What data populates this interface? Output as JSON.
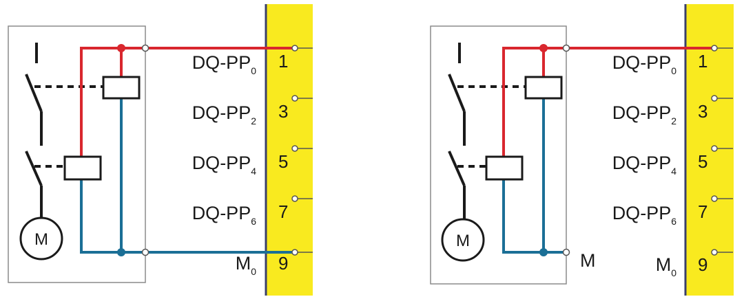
{
  "colors": {
    "terminal_strip": "#f9ea1f",
    "supply_wire": "#d9272e",
    "return_wire": "#1b6f96",
    "box_border": "#8a8a8a",
    "control_line": "#1a1a1a"
  },
  "left": {
    "outputs": [
      {
        "label": "DQ-PP",
        "sub": "0",
        "pin": "1"
      },
      {
        "label": "DQ-PP",
        "sub": "2",
        "pin": "3"
      },
      {
        "label": "DQ-PP",
        "sub": "4",
        "pin": "5"
      },
      {
        "label": "DQ-PP",
        "sub": "6",
        "pin": "7"
      }
    ],
    "ground": {
      "label": "M",
      "sub": "0",
      "pin": "9"
    },
    "motor": "M"
  },
  "right": {
    "outputs": [
      {
        "label": "DQ-PP",
        "sub": "0",
        "pin": "1"
      },
      {
        "label": "DQ-PP",
        "sub": "2",
        "pin": "3"
      },
      {
        "label": "DQ-PP",
        "sub": "4",
        "pin": "5"
      },
      {
        "label": "DQ-PP",
        "sub": "6",
        "pin": "7"
      }
    ],
    "ground": {
      "label": "M",
      "sub": "0",
      "pin": "9"
    },
    "external_ground": "M",
    "motor": "M"
  }
}
